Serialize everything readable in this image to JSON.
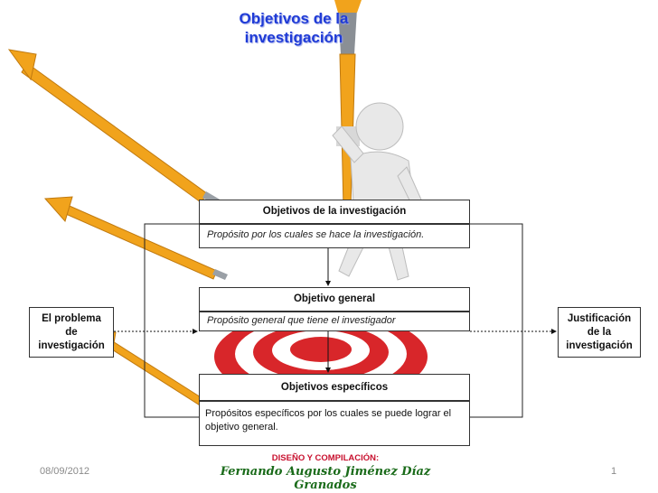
{
  "title": "Objetivos de la investigación",
  "boxes": {
    "objetivos_header": "Objetivos de la investigación",
    "objetivos_desc": "Propósito por los cuales se hace la investigación.",
    "general_header": "Objetivo general",
    "general_desc": "Propósito general que tiene el investigador",
    "especificos_header": "Objetivos específicos",
    "especificos_desc": "Propósitos específicos por los cuales se puede lograr el objetivo general."
  },
  "side": {
    "left": "El problema de investigación",
    "right": "Justificación de la investigación"
  },
  "footer": {
    "date": "08/09/2012",
    "page": "1",
    "credit_label": "DISEÑO Y COMPILACIÓN:",
    "author": "Fernando Augusto Jiménez Díaz Granados"
  },
  "colors": {
    "title": "#1f3bd6",
    "credit": "#c8102e",
    "author": "#1a6b1a",
    "target": "#d8262a",
    "dart": "#f1a31c"
  }
}
